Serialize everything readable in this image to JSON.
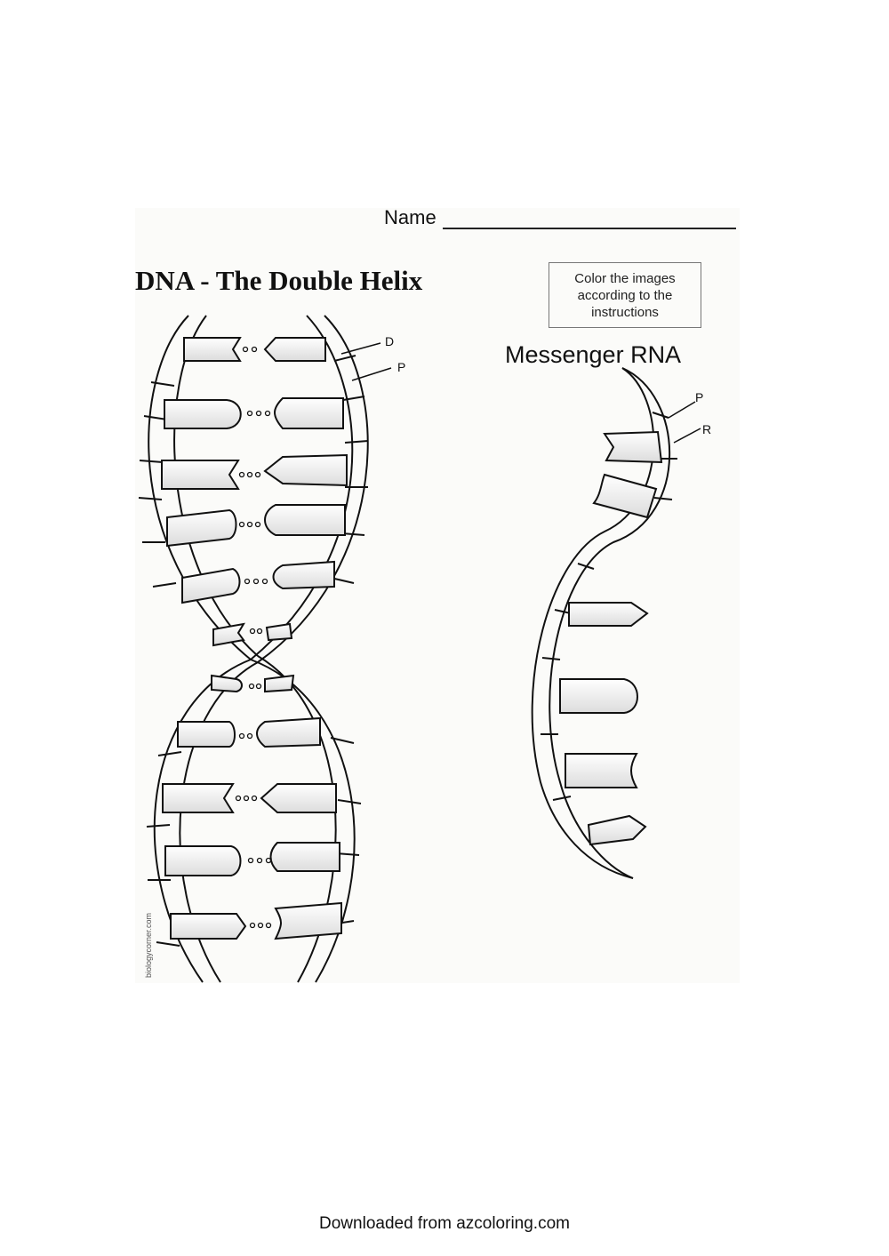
{
  "header": {
    "name_label": "Name"
  },
  "title": "DNA - The Double Helix",
  "instructions": "Color the images according to the instructions",
  "dna_labels": {
    "deoxyribose": "D",
    "phosphate": "P"
  },
  "rna": {
    "title": "Messenger RNA",
    "phosphate": "P",
    "ribose": "R"
  },
  "credit": "biologycorner.com",
  "footer": "Downloaded from azcoloring.com"
}
